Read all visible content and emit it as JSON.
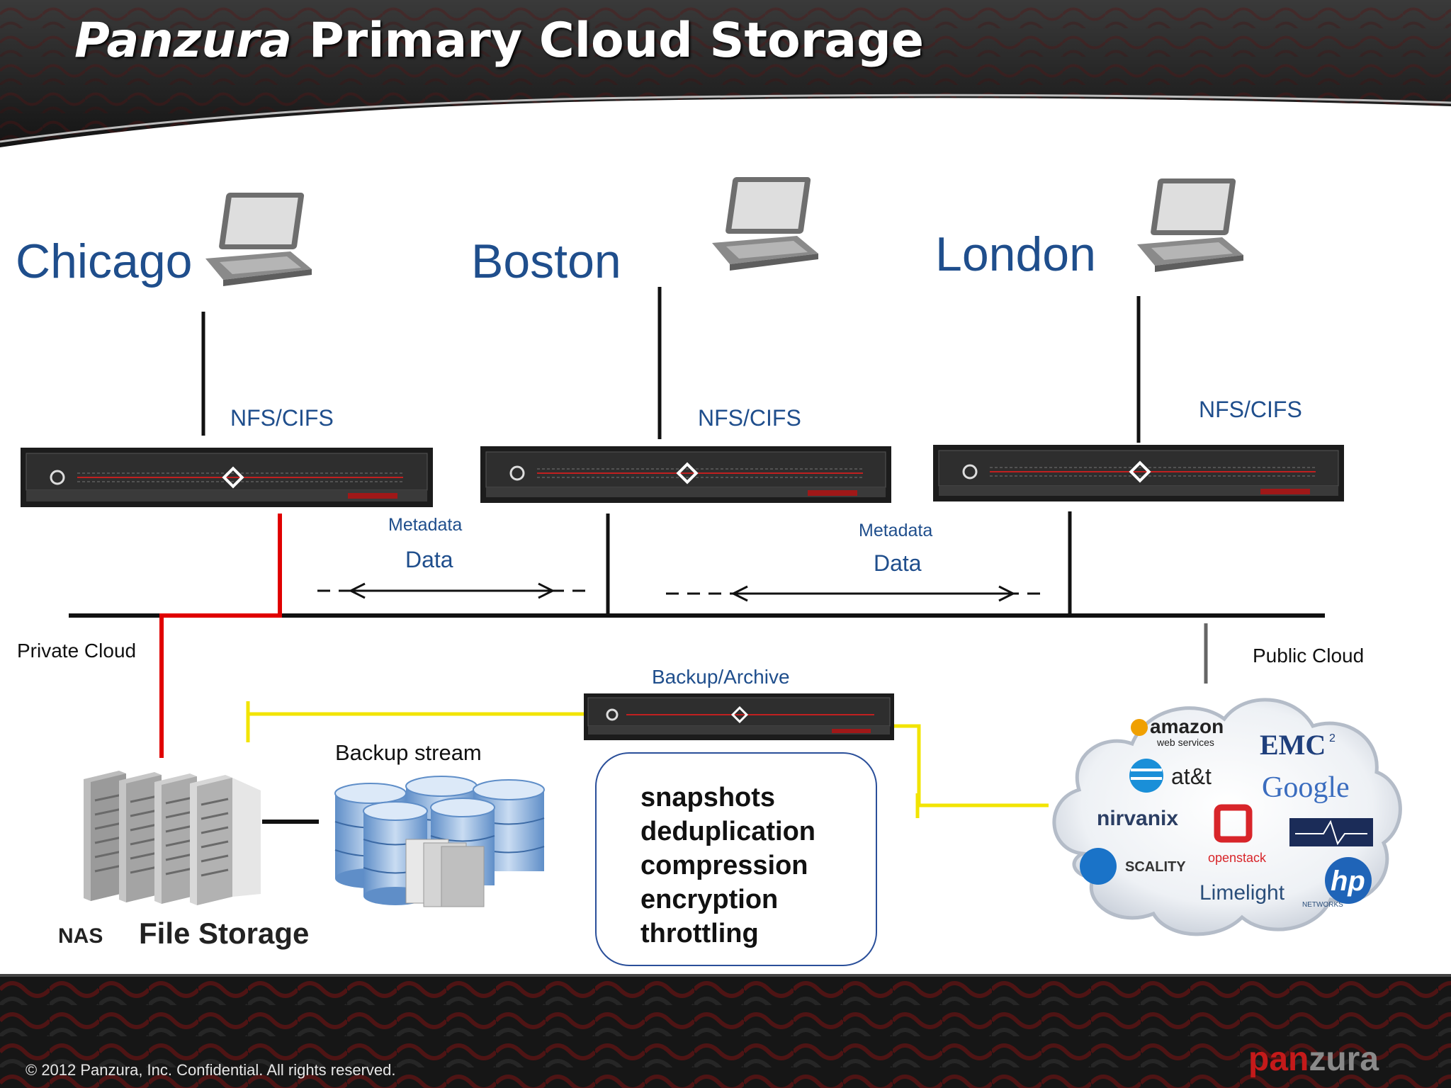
{
  "title": {
    "brand": "Panzura",
    "rest": " Primary Cloud Storage"
  },
  "sites": [
    {
      "city": "Chicago",
      "protocol": "NFS/CIFS"
    },
    {
      "city": "Boston",
      "protocol": "NFS/CIFS"
    },
    {
      "city": "London",
      "protocol": "NFS/CIFS"
    }
  ],
  "links": [
    {
      "metadata": "Metadata",
      "data": "Data"
    },
    {
      "metadata": "Metadata",
      "data": "Data"
    }
  ],
  "private_cloud": "Private Cloud",
  "public_cloud": "Public Cloud",
  "backup_archive": "Backup/Archive",
  "backup_stream": "Backup stream",
  "nas": "NAS",
  "file_storage": "File Storage",
  "features": [
    "snapshots",
    "deduplication",
    "compression",
    "encryption",
    "throttling"
  ],
  "cloud_providers": [
    "amazon",
    "web services",
    "EMC",
    "2",
    "at&t",
    "Google",
    "nirvanix",
    "openstack",
    "SCALITY",
    "Limelight",
    "NETWORKS",
    "hp"
  ],
  "footer": {
    "copyright": "© 2012 Panzura, Inc. Confidential. All rights reserved.",
    "logo_accent": "pan",
    "logo_rest": "zura"
  },
  "colors": {
    "title_text": "#ffffff",
    "label_blue": "#1f4e8c",
    "private_link": "#e00000",
    "backup_link": "#f2e400",
    "bar_dark": "#1c1c1c"
  }
}
